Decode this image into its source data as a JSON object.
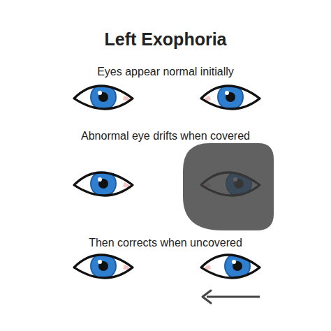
{
  "diagram": {
    "title": "Left Exophoria",
    "labels": [
      "Eyes appear normal initially",
      "Abnormal eye drifts when covered",
      "Then corrects when uncovered"
    ]
  }
}
